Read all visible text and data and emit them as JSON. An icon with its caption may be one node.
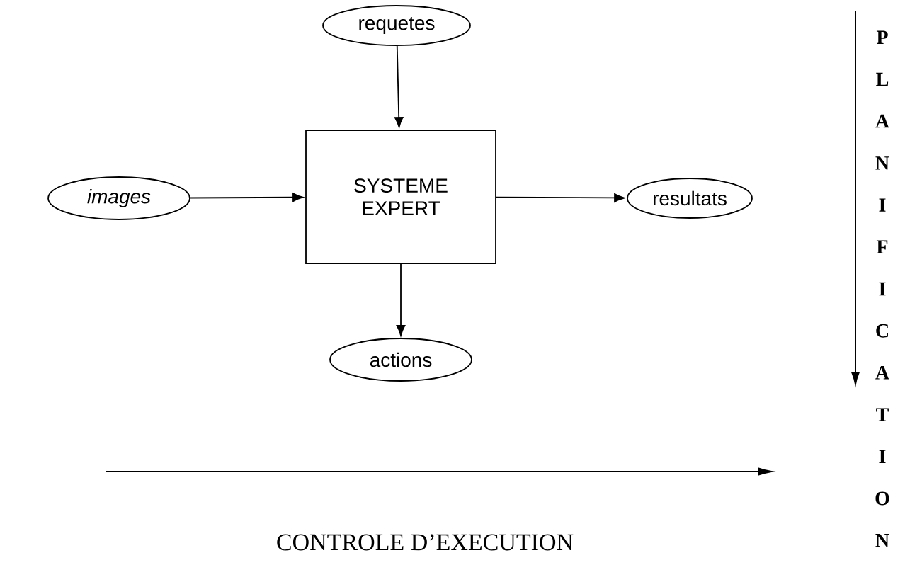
{
  "diagram": {
    "nodes": [
      {
        "text": [
          "requetes"
        ]
      },
      {
        "text": [
          "SYSTEME EXPERT"
        ]
      },
      {
        "text": [
          "images"
        ]
      },
      {
        "text": [
          "resultats"
        ]
      },
      {
        "text": [
          "actions"
        ]
      }
    ],
    "edges": [
      {
        "from": 0,
        "to": 1,
        "arrow": "to"
      },
      {
        "from": 2,
        "to": 1,
        "arrow": "to"
      },
      {
        "from": 1,
        "to": 3,
        "arrow": "to"
      },
      {
        "from": 1,
        "to": 4,
        "arrow": "to"
      }
    ],
    "labels": [
      "PLANIFICATION",
      "CONTROLE D’EXECUTION"
    ]
  }
}
